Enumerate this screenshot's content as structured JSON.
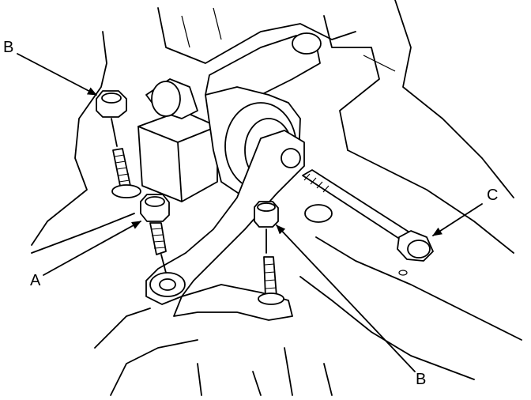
{
  "diagram": {
    "callouts": {
      "bolt_b_top": "B",
      "bolt_a": "A",
      "bolt_c": "C",
      "bolt_b_bottom": "B"
    }
  }
}
